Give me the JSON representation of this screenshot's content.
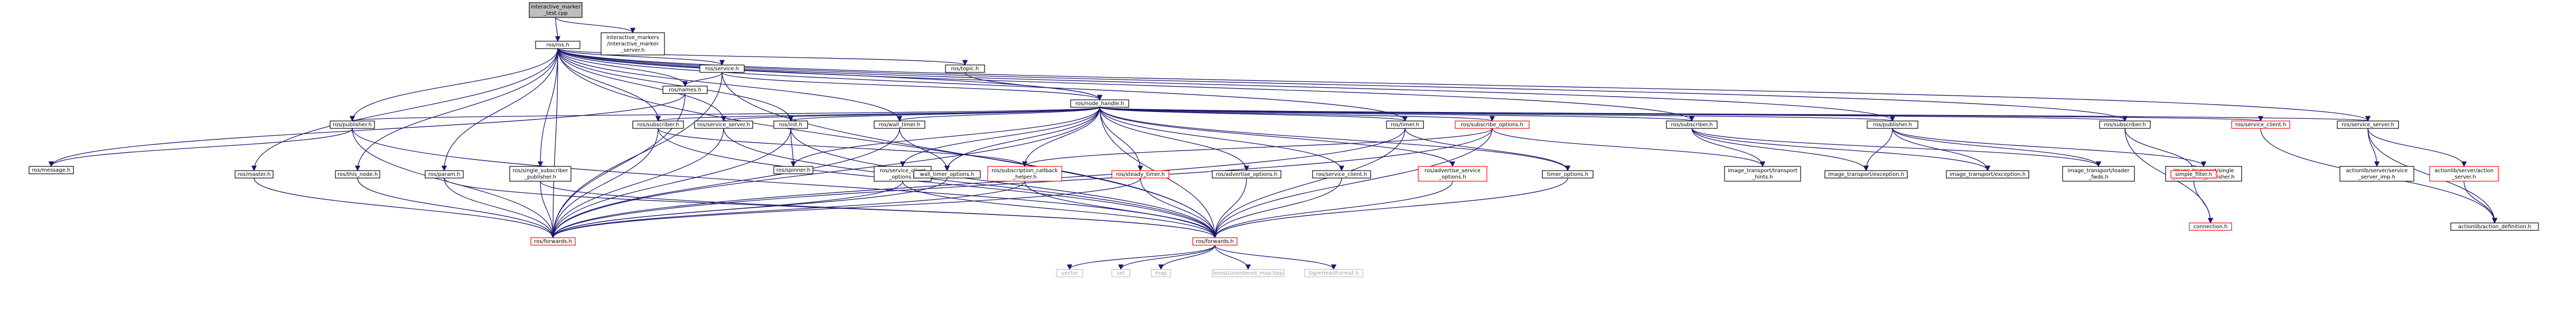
{
  "colors": {
    "edge": "#191970",
    "root_fill": "#bfbfbf",
    "node_border": "#000000",
    "missing_border": "#bfbfbf",
    "truncated_border": "#ff0000",
    "text": "#000000",
    "missing_text": "#a0a0a0"
  },
  "nodes": [
    {
      "id": "root",
      "lines": [
        "interactive_marker",
        "_test.cpp"
      ],
      "kind": "root"
    },
    {
      "id": "ims",
      "lines": [
        "interactive_markers",
        "/interactive_marker",
        "_server.h"
      ],
      "kind": "normal"
    },
    {
      "id": "ros",
      "lines": [
        "ros/ros.h"
      ],
      "kind": "normal"
    },
    {
      "id": "service",
      "lines": [
        "ros/service.h"
      ],
      "kind": "normal"
    },
    {
      "id": "topic",
      "lines": [
        "ros/topic.h"
      ],
      "kind": "normal"
    },
    {
      "id": "names",
      "lines": [
        "ros/names.h"
      ],
      "kind": "normal"
    },
    {
      "id": "nodehandle",
      "lines": [
        "ros/node_handle.h"
      ],
      "kind": "normal"
    },
    {
      "id": "publisher",
      "lines": [
        "ros/publisher.h"
      ],
      "kind": "normal"
    },
    {
      "id": "subscriber",
      "lines": [
        "ros/subscriber.h"
      ],
      "kind": "normal"
    },
    {
      "id": "servserver",
      "lines": [
        "ros/service_server.h"
      ],
      "kind": "normal"
    },
    {
      "id": "init",
      "lines": [
        "ros/init.h"
      ],
      "kind": "normal"
    },
    {
      "id": "walltimer",
      "lines": [
        "ros/wall_timer.h"
      ],
      "kind": "normal"
    },
    {
      "id": "timer",
      "lines": [
        "ros/timer.h"
      ],
      "kind": "normal"
    },
    {
      "id": "subopts",
      "lines": [
        "ros/subscribe_options.h"
      ],
      "kind": "truncated"
    },
    {
      "id": "itsub",
      "lines": [
        "ros/subscriber.h"
      ],
      "kind": "normal"
    },
    {
      "id": "itpub",
      "lines": [
        "ros/publisher.h"
      ],
      "kind": "normal"
    },
    {
      "id": "rsub3",
      "lines": [
        "ros/subscriber.h"
      ],
      "kind": "normal"
    },
    {
      "id": "servclienth",
      "lines": [
        "ros/service_client.h"
      ],
      "kind": "truncated"
    },
    {
      "id": "actserver",
      "lines": [
        "ros/service_server.h"
      ],
      "kind": "normal"
    },
    {
      "id": "message",
      "lines": [
        "ros/message.h"
      ],
      "kind": "normal"
    },
    {
      "id": "master",
      "lines": [
        "ros/master.h"
      ],
      "kind": "normal"
    },
    {
      "id": "thisnode",
      "lines": [
        "ros/this_node.h"
      ],
      "kind": "normal"
    },
    {
      "id": "param",
      "lines": [
        "ros/param.h"
      ],
      "kind": "normal"
    },
    {
      "id": "singlesub",
      "lines": [
        "ros/single_subscriber",
        "_publisher.h"
      ],
      "kind": "normal"
    },
    {
      "id": "spinner",
      "lines": [
        "ros/spinner.h"
      ],
      "kind": "normal"
    },
    {
      "id": "servclientopts",
      "lines": [
        "ros/service_client",
        "_options.h"
      ],
      "kind": "normal"
    },
    {
      "id": "subcbhelper",
      "lines": [
        "ros/subscription_callback",
        "_helper.h"
      ],
      "kind": "truncated"
    },
    {
      "id": "walltimeropts",
      "lines": [
        "wall_timer_options.h"
      ],
      "kind": "normal"
    },
    {
      "id": "steadytimer",
      "lines": [
        "ros/steady_timer.h"
      ],
      "kind": "truncated"
    },
    {
      "id": "advopts",
      "lines": [
        "ros/advertise_options.h"
      ],
      "kind": "normal"
    },
    {
      "id": "servclient",
      "lines": [
        "ros/service_client.h"
      ],
      "kind": "normal"
    },
    {
      "id": "advservopts",
      "lines": [
        "ros/advertise_service",
        "_options.h"
      ],
      "kind": "truncated"
    },
    {
      "id": "timeropts",
      "lines": [
        "timer_options.h"
      ],
      "kind": "normal"
    },
    {
      "id": "ittransport",
      "lines": [
        "image_transport/transport",
        "_hints.h"
      ],
      "kind": "normal"
    },
    {
      "id": "itexc1",
      "lines": [
        "image_transport/exception.h"
      ],
      "kind": "normal"
    },
    {
      "id": "itexc2",
      "lines": [
        "image_transport/exception.h"
      ],
      "kind": "normal"
    },
    {
      "id": "itloader",
      "lines": [
        "image_transport/loader",
        "_fwds.h"
      ],
      "kind": "normal"
    },
    {
      "id": "itsingle",
      "lines": [
        "image_transport/single",
        "_subscriber_publisher.h"
      ],
      "kind": "normal"
    },
    {
      "id": "simplefilter",
      "lines": [
        "simple_filter.h"
      ],
      "kind": "truncated"
    },
    {
      "id": "connection",
      "lines": [
        "connection.h"
      ],
      "kind": "truncated"
    },
    {
      "id": "actimp",
      "lines": [
        "actionlib/server/service",
        "_server_imp.h"
      ],
      "kind": "normal"
    },
    {
      "id": "actionserver",
      "lines": [
        "actionlib/server/action",
        "_server.h"
      ],
      "kind": "truncated"
    },
    {
      "id": "actdef",
      "lines": [
        "actionlib/action_definition.h"
      ],
      "kind": "normal"
    },
    {
      "id": "fwd1",
      "lines": [
        "ros/forwards.h"
      ],
      "kind": "truncated"
    },
    {
      "id": "fwd2",
      "lines": [
        "ros/forwards.h"
      ],
      "kind": "truncated"
    },
    {
      "id": "vector",
      "lines": [
        "vector"
      ],
      "kind": "missing"
    },
    {
      "id": "set",
      "lines": [
        "set"
      ],
      "kind": "missing"
    },
    {
      "id": "map",
      "lines": [
        "map"
      ],
      "kind": "missing"
    },
    {
      "id": "boostmap",
      "lines": [
        "boost/unordered_map.hpp"
      ],
      "kind": "missing"
    },
    {
      "id": "ogre",
      "lines": [
        "OgreHeadFormat.h"
      ],
      "kind": "missing"
    }
  ],
  "edges": [
    [
      "root",
      "ros"
    ],
    [
      "root",
      "ims"
    ],
    [
      "ros",
      "service"
    ],
    [
      "ros",
      "topic"
    ],
    [
      "ros",
      "names"
    ],
    [
      "ros",
      "nodehandle"
    ],
    [
      "ros",
      "publisher"
    ],
    [
      "ros",
      "subscriber"
    ],
    [
      "ros",
      "servserver"
    ],
    [
      "ros",
      "init"
    ],
    [
      "ros",
      "master"
    ],
    [
      "ros",
      "thisnode"
    ],
    [
      "ros",
      "param"
    ],
    [
      "ros",
      "singlesub"
    ],
    [
      "ros",
      "timer"
    ],
    [
      "ros",
      "walltimer"
    ],
    [
      "ros",
      "itsub"
    ],
    [
      "ros",
      "itpub"
    ],
    [
      "ros",
      "rsub3"
    ],
    [
      "ros",
      "actserver"
    ],
    [
      "ros",
      "fwd1"
    ],
    [
      "ros",
      "fwd2"
    ],
    [
      "service",
      "names"
    ],
    [
      "service",
      "nodehandle"
    ],
    [
      "service",
      "fwd1"
    ],
    [
      "service",
      "fwd2"
    ],
    [
      "topic",
      "nodehandle"
    ],
    [
      "names",
      "message"
    ],
    [
      "names",
      "fwd1"
    ],
    [
      "nodehandle",
      "publisher"
    ],
    [
      "nodehandle",
      "subscriber"
    ],
    [
      "nodehandle",
      "servserver"
    ],
    [
      "nodehandle",
      "init"
    ],
    [
      "nodehandle",
      "walltimer"
    ],
    [
      "nodehandle",
      "timer"
    ],
    [
      "nodehandle",
      "subopts"
    ],
    [
      "nodehandle",
      "servclientopts"
    ],
    [
      "nodehandle",
      "subcbhelper"
    ],
    [
      "nodehandle",
      "walltimeropts"
    ],
    [
      "nodehandle",
      "steadytimer"
    ],
    [
      "nodehandle",
      "advopts"
    ],
    [
      "nodehandle",
      "servclient"
    ],
    [
      "nodehandle",
      "advservopts"
    ],
    [
      "nodehandle",
      "timeropts"
    ],
    [
      "nodehandle",
      "spinner"
    ],
    [
      "nodehandle",
      "itsub"
    ],
    [
      "nodehandle",
      "itpub"
    ],
    [
      "nodehandle",
      "rsub3"
    ],
    [
      "nodehandle",
      "servclienth"
    ],
    [
      "nodehandle",
      "actserver"
    ],
    [
      "nodehandle",
      "fwd1"
    ],
    [
      "nodehandle",
      "fwd2"
    ],
    [
      "publisher",
      "message"
    ],
    [
      "publisher",
      "fwd1"
    ],
    [
      "publisher",
      "fwd2"
    ],
    [
      "subscriber",
      "fwd1"
    ],
    [
      "subscriber",
      "subcbhelper"
    ],
    [
      "subscriber",
      "fwd2"
    ],
    [
      "servserver",
      "fwd1"
    ],
    [
      "servserver",
      "fwd2"
    ],
    [
      "init",
      "spinner"
    ],
    [
      "init",
      "fwd1"
    ],
    [
      "init",
      "fwd2"
    ],
    [
      "walltimer",
      "walltimeropts"
    ],
    [
      "walltimer",
      "fwd1"
    ],
    [
      "timer",
      "timeropts"
    ],
    [
      "timer",
      "fwd2"
    ],
    [
      "timer",
      "fwd1"
    ],
    [
      "subopts",
      "subcbhelper"
    ],
    [
      "subopts",
      "ittransport"
    ],
    [
      "subopts",
      "fwd2"
    ],
    [
      "subopts",
      "fwd1"
    ],
    [
      "itsub",
      "ittransport"
    ],
    [
      "itsub",
      "itexc1"
    ],
    [
      "itsub",
      "itexc2"
    ],
    [
      "itsub",
      "itloader"
    ],
    [
      "itpub",
      "itexc1"
    ],
    [
      "itpub",
      "itexc2"
    ],
    [
      "itpub",
      "itloader"
    ],
    [
      "itpub",
      "itsingle"
    ],
    [
      "rsub3",
      "simplefilter"
    ],
    [
      "rsub3",
      "connection"
    ],
    [
      "servclienth",
      "actdef"
    ],
    [
      "actserver",
      "actimp"
    ],
    [
      "actserver",
      "actionserver"
    ],
    [
      "actserver",
      "actdef"
    ],
    [
      "actionserver",
      "actdef"
    ],
    [
      "simplefilter",
      "connection"
    ],
    [
      "master",
      "fwd1"
    ],
    [
      "thisnode",
      "fwd1"
    ],
    [
      "param",
      "fwd1"
    ],
    [
      "param",
      "fwd2"
    ],
    [
      "singlesub",
      "fwd1"
    ],
    [
      "singlesub",
      "fwd2"
    ],
    [
      "servclientopts",
      "fwd1"
    ],
    [
      "servclientopts",
      "fwd2"
    ],
    [
      "subcbhelper",
      "fwd2"
    ],
    [
      "subcbhelper",
      "fwd1"
    ],
    [
      "walltimeropts",
      "fwd1"
    ],
    [
      "steadytimer",
      "fwd2"
    ],
    [
      "steadytimer",
      "fwd1"
    ],
    [
      "advopts",
      "fwd2"
    ],
    [
      "servclient",
      "fwd2"
    ],
    [
      "advservopts",
      "fwd2"
    ],
    [
      "timeropts",
      "fwd2"
    ],
    [
      "fwd2",
      "vector"
    ],
    [
      "fwd2",
      "set"
    ],
    [
      "fwd2",
      "map"
    ],
    [
      "fwd2",
      "boostmap"
    ],
    [
      "fwd2",
      "ogre"
    ]
  ]
}
